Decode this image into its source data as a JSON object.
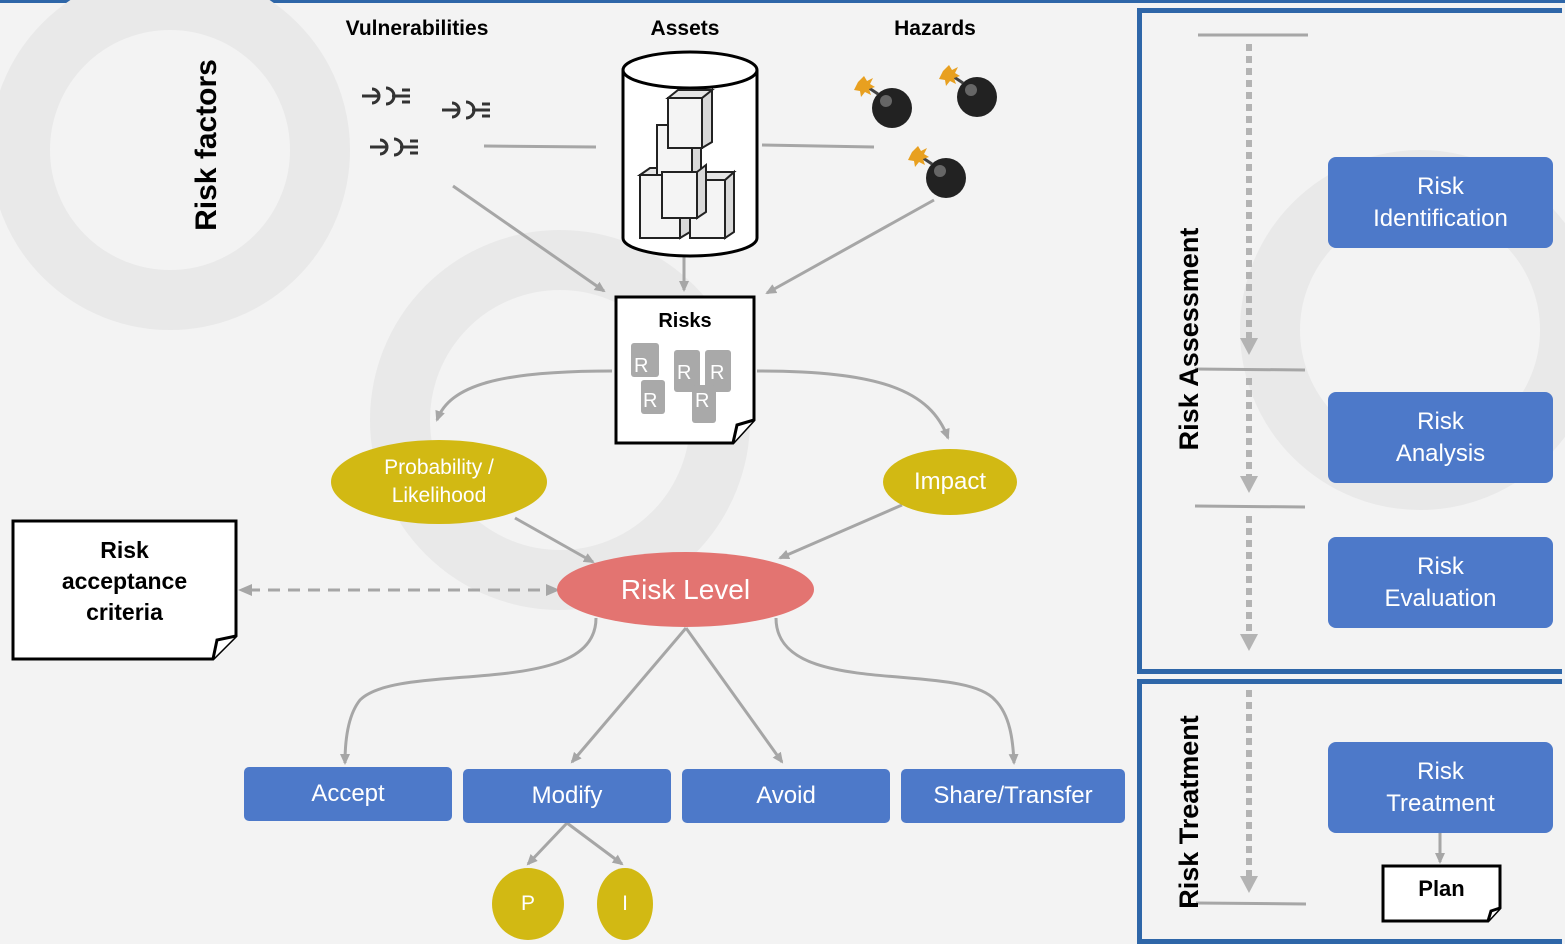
{
  "headers": {
    "vulnerabilities": "Vulnerabilities",
    "assets": "Assets",
    "hazards": "Hazards",
    "risk_factors": "Risk factors"
  },
  "risks_doc": {
    "title": "Risks",
    "tokens": [
      "R",
      "R",
      "R",
      "R",
      "R"
    ]
  },
  "estimation": {
    "probability_line1": "Probability /",
    "probability_line2": "Likelihood",
    "impact": "Impact",
    "risk_level": "Risk Level"
  },
  "acceptance": {
    "line1": "Risk",
    "line2": "acceptance",
    "line3": "criteria"
  },
  "treatment_options": {
    "accept": "Accept",
    "modify": "Modify",
    "avoid": "Avoid",
    "share": "Share/Transfer"
  },
  "modify_children": {
    "p": "P",
    "i": "I"
  },
  "assessment_panel": {
    "title": "Risk Assessment",
    "identification_line1": "Risk",
    "identification_line2": "Identification",
    "analysis_line1": "Risk",
    "analysis_line2": "Analysis",
    "evaluation_line1": "Risk",
    "evaluation_line2": "Evaluation"
  },
  "treatment_panel": {
    "title": "Risk Treatment",
    "treatment_line1": "Risk",
    "treatment_line2": "Treatment",
    "plan": "Plan"
  },
  "colors": {
    "blue_box": "#4d79c9",
    "yellow_ellipse": "#d2b913",
    "risk_level": "#e37471",
    "panel_border": "#2e66a8",
    "connector": "#a6a6a6"
  },
  "icons": {
    "vulnerability": "broken-chain-icon",
    "asset": "database-cylinder-icon",
    "hazard": "bomb-icon"
  }
}
